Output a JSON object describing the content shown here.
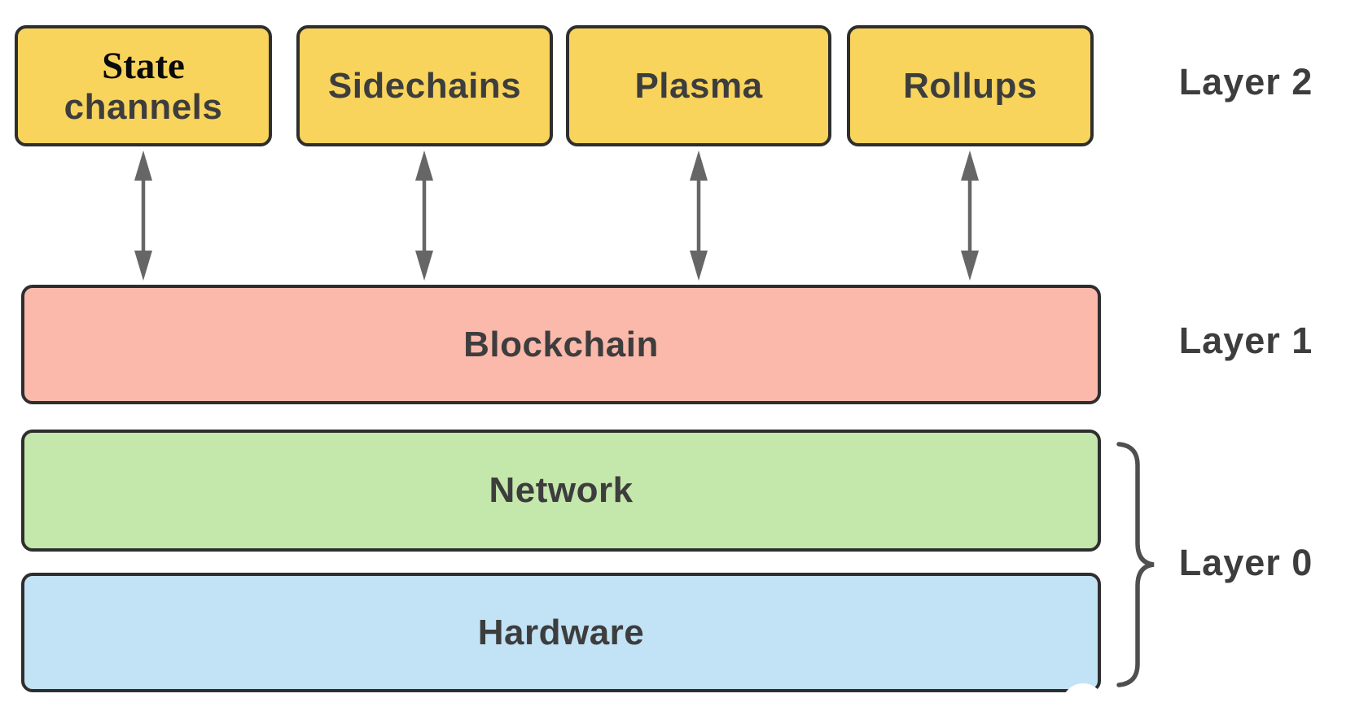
{
  "diagram": {
    "layers": {
      "layer2": {
        "label": "Layer 2",
        "boxes": {
          "state_channels": {
            "line1": "State",
            "line2": "channels"
          },
          "sidechains": {
            "label": "Sidechains"
          },
          "plasma": {
            "label": "Plasma"
          },
          "rollups": {
            "label": "Rollups"
          }
        }
      },
      "layer1": {
        "label": "Layer 1",
        "boxes": {
          "blockchain": {
            "label": "Blockchain"
          }
        }
      },
      "layer0": {
        "label": "Layer 0",
        "boxes": {
          "network": {
            "label": "Network"
          },
          "hardware": {
            "label": "Hardware"
          }
        }
      }
    },
    "connectors": {
      "type": "double-headed vertical arrow",
      "count": 4,
      "links": [
        "State channels - Blockchain",
        "Sidechains - Blockchain",
        "Plasma - Blockchain",
        "Rollups - Blockchain"
      ]
    },
    "grouping": {
      "brace_side": "right",
      "brace_spans": "Network + Hardware",
      "brace_label": "Layer 0"
    },
    "colors": {
      "layer2_box_fill": "#F8D45C",
      "layer1_box_fill": "#FBB9AB",
      "network_box_fill": "#C4E7AB",
      "hardware_box_fill": "#C2E2F6",
      "box_border": "#2E2E2E",
      "label_text": "#3D3D3D",
      "state_serif_text": "#0A0A0A",
      "arrow": "#666666",
      "brace": "#4F4F4F",
      "background": "#FFFFFF"
    }
  }
}
